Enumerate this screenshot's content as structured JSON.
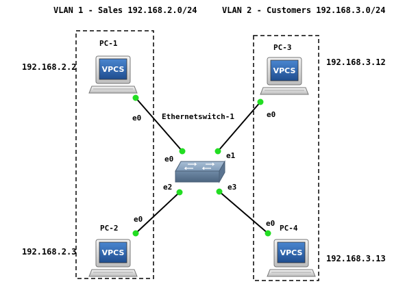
{
  "vlans": [
    {
      "title": "VLAN 1 - Sales 192.168.2.0/24"
    },
    {
      "title": "VLAN 2 - Customers 192.168.3.0/24"
    }
  ],
  "switch": {
    "label": "Ethernetswitch-1"
  },
  "pcs": [
    {
      "name": "PC-1",
      "screen_text": "VPCS",
      "ip": "192.168.2.2"
    },
    {
      "name": "PC-2",
      "screen_text": "VPCS",
      "ip": "192.168.2.3"
    },
    {
      "name": "PC-3",
      "screen_text": "VPCS",
      "ip": "192.168.3.12"
    },
    {
      "name": "PC-4",
      "screen_text": "VPCS",
      "ip": "192.168.3.13"
    }
  ],
  "links": [
    {
      "pc_port": "e0",
      "switch_port": "e0"
    },
    {
      "pc_port": "e0",
      "switch_port": "e2"
    },
    {
      "pc_port": "e0",
      "switch_port": "e1"
    },
    {
      "pc_port": "e0",
      "switch_port": "e3"
    }
  ],
  "colors": {
    "link_dot": "#22dd22",
    "screen": "#2b5fa8"
  }
}
